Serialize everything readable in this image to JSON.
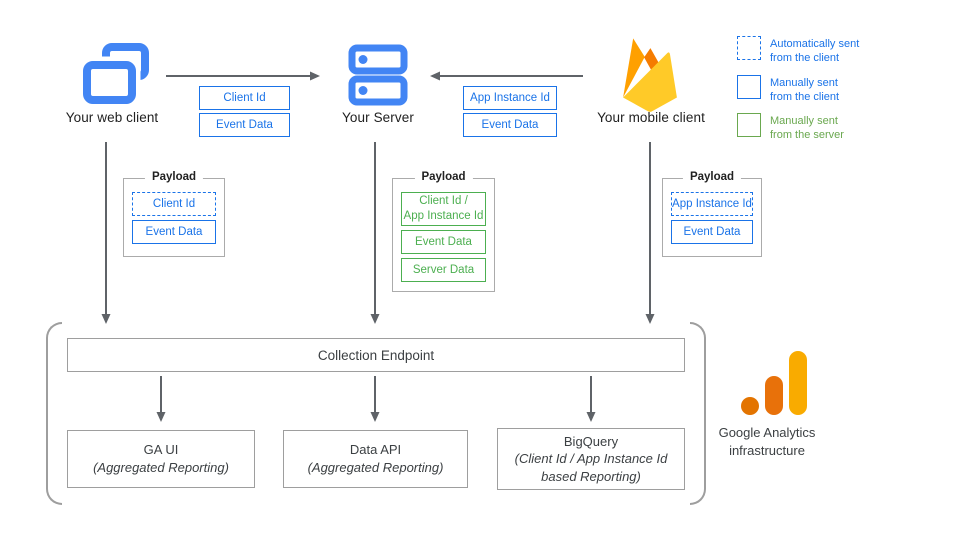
{
  "colors": {
    "blue_accent": "#1A73E8",
    "icon_blue": "#4285F4",
    "green_accent": "#4CAF50",
    "legend_green": "#6AA84F",
    "gray_border": "#9E9E9E",
    "arrow_gray": "#5F6368",
    "firebase_yellow": "#FFCA28",
    "firebase_orange": "#FFA000",
    "firebase_dark_orange": "#F57C00",
    "ga_amber": "#F9AB00",
    "ga_orange": "#E8710A",
    "ga_dark_orange": "#E37400"
  },
  "clients": {
    "web": {
      "label": "Your web client",
      "payload": {
        "title": "Payload",
        "items": [
          {
            "text": "Client Id",
            "style": "dashed-blue"
          },
          {
            "text": "Event Data",
            "style": "solid-blue"
          }
        ]
      }
    },
    "server": {
      "label": "Your Server",
      "payload": {
        "title": "Payload",
        "items": [
          {
            "text": "Client Id /\nApp Instance Id",
            "style": "solid-green"
          },
          {
            "text": "Event Data",
            "style": "solid-green"
          },
          {
            "text": "Server Data",
            "style": "solid-green"
          }
        ]
      }
    },
    "mobile": {
      "label": "Your mobile client",
      "payload": {
        "title": "Payload",
        "items": [
          {
            "text": "App Instance Id",
            "style": "dashed-blue"
          },
          {
            "text": "Event Data",
            "style": "solid-blue"
          }
        ]
      }
    }
  },
  "transfers": {
    "web_to_server": {
      "items": [
        "Client Id",
        "Event Data"
      ]
    },
    "mobile_to_server": {
      "items": [
        "App Instance Id",
        "Event Data"
      ]
    }
  },
  "legend": {
    "items": [
      {
        "label": "Automatically sent\nfrom the client",
        "style": "dashed-blue"
      },
      {
        "label": "Manually sent\nfrom the client",
        "style": "solid-blue"
      },
      {
        "label": "Manually sent\nfrom the server",
        "style": "solid-green"
      }
    ]
  },
  "infrastructure": {
    "endpoint_label": "Collection Endpoint",
    "services": [
      {
        "name": "GA UI",
        "subtitle": "(Aggregated Reporting)"
      },
      {
        "name": "Data API",
        "subtitle": "(Aggregated Reporting)"
      },
      {
        "name": "BigQuery",
        "subtitle": "(Client Id / App Instance Id\nbased Reporting)"
      }
    ],
    "brand_label": "Google Analytics\ninfrastructure"
  }
}
